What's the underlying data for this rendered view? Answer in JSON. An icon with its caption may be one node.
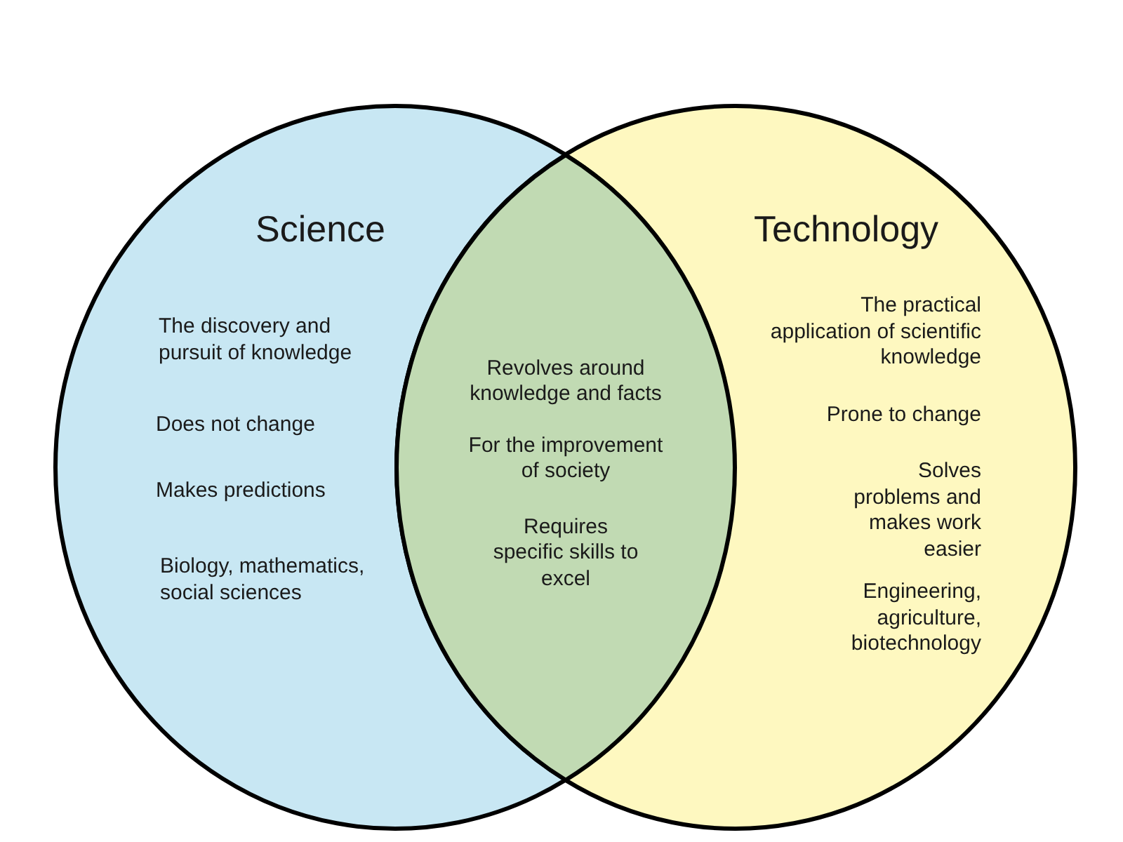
{
  "diagram": {
    "nodes": [
      {
        "text": [
          "Science",
          "The discovery and pursuit of knowledge",
          "Does not change",
          "Makes predictions",
          "Biology, mathematics, social sciences"
        ]
      },
      {
        "text": [
          "Revolves around knowledge and facts",
          "For the improvement of society",
          "Requires specific skills to excel"
        ]
      },
      {
        "text": [
          "Technology",
          "The practical application of scientific knowledge",
          "Prone to change",
          "Solves problems and makes work easier",
          "Engineering, agriculture, biotechnology"
        ]
      }
    ]
  }
}
